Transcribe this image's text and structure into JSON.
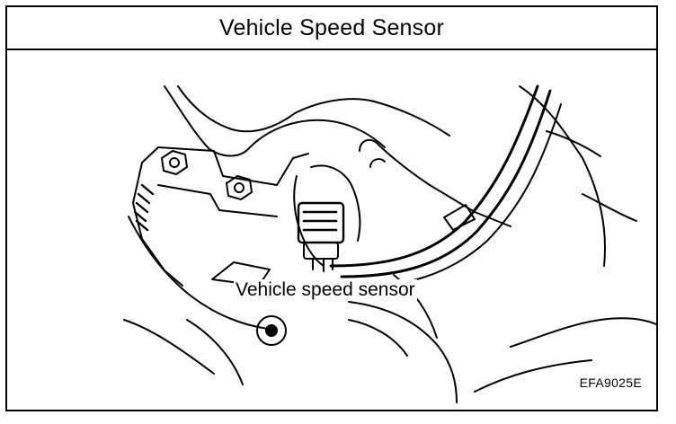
{
  "header": {
    "title": "Vehicle Speed Sensor"
  },
  "figure": {
    "callout_label": "Vehicle speed sensor",
    "figure_code": "EFA9025E"
  }
}
